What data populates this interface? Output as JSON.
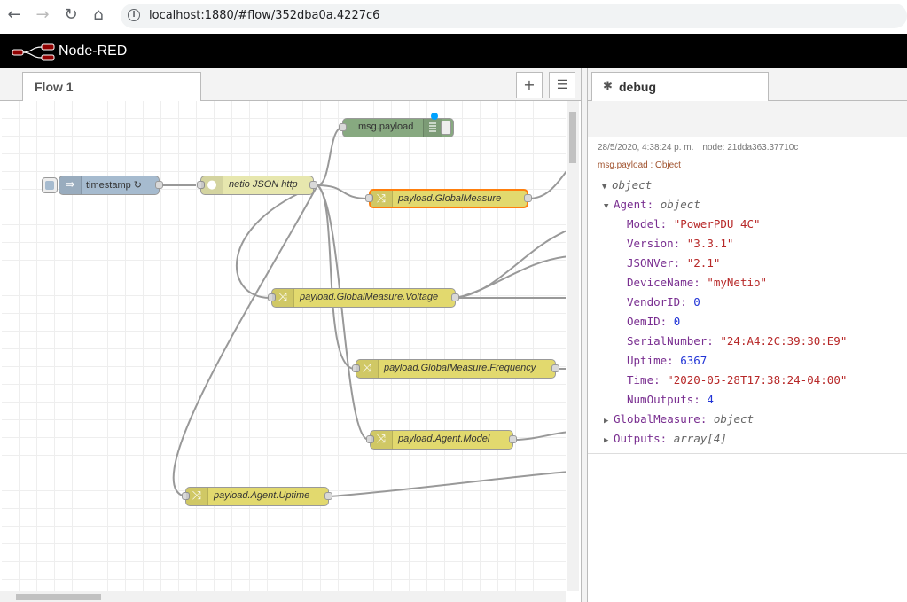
{
  "browser": {
    "back_icon": "arrow-left-icon",
    "forward_icon": "arrow-right-icon",
    "reload_icon": "reload-icon",
    "home_icon": "home-icon",
    "url": "localhost:1880/#flow/352dba0a.4227c6"
  },
  "header": {
    "title": "Node-RED",
    "logo": "node-red-logo"
  },
  "workspace": {
    "tab_label": "Flow 1",
    "add_flow_icon": "+",
    "list_flows_icon": "☰",
    "nodes": {
      "msg_payload": "msg.payload",
      "timestamp": "timestamp ↻",
      "netio_json_http": "netio JSON http",
      "global_measure": "payload.GlobalMeasure",
      "voltage": "payload.GlobalMeasure.Voltage",
      "frequency": "payload.GlobalMeasure.Frequency",
      "agent_model": "payload.Agent.Model",
      "agent_uptime": "payload.Agent.Uptime"
    }
  },
  "debug": {
    "tab_label": "debug",
    "meta_time": "28/5/2020, 4:38:24 p. m.",
    "meta_node": "node: 21dda363.37710c",
    "topic": "msg.payload : Object",
    "root_type": "object",
    "agent_key": "Agent:",
    "agent_type": "object",
    "fields": [
      {
        "key": "Model:",
        "value": "\"PowerPDU 4C\""
      },
      {
        "key": "Version:",
        "value": "\"3.3.1\""
      },
      {
        "key": "JSONVer:",
        "value": "\"2.1\""
      },
      {
        "key": "DeviceName:",
        "value": "\"myNetio\""
      },
      {
        "key": "VendorID:",
        "value": "0"
      },
      {
        "key": "OemID:",
        "value": "0"
      },
      {
        "key": "SerialNumber:",
        "value": "\"24:A4:2C:39:30:E9\""
      },
      {
        "key": "Uptime:",
        "value": "6367"
      },
      {
        "key": "Time:",
        "value": "\"2020-05-28T17:38:24-04:00\""
      },
      {
        "key": "NumOutputs:",
        "value": "4"
      }
    ],
    "global_key": "GlobalMeasure:",
    "global_type": "object",
    "outputs_key": "Outputs:",
    "outputs_type": "array[4]"
  }
}
